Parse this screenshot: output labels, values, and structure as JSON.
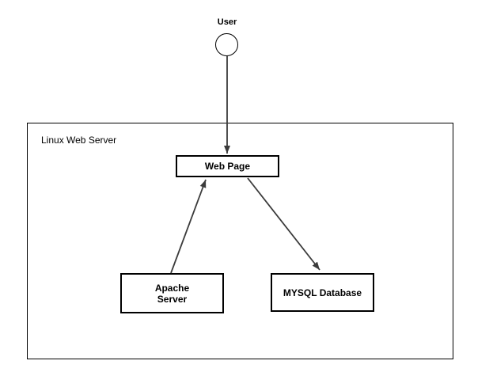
{
  "diagram": {
    "actor": {
      "label": "User"
    },
    "container": {
      "label": "Linux Web Server"
    },
    "nodes": {
      "web_page": {
        "label": "Web Page"
      },
      "apache": {
        "line1": "Apache",
        "line2": "Server"
      },
      "mysql": {
        "label": "MYSQL Database"
      }
    },
    "edges": [
      {
        "from": "User",
        "to": "Web Page",
        "direction": "down"
      },
      {
        "from": "Apache Server",
        "to": "Web Page",
        "direction": "up"
      },
      {
        "from": "Web Page",
        "to": "MYSQL Database",
        "direction": "down"
      }
    ],
    "colors": {
      "background": "#ffffff",
      "shape_stroke": "#000000",
      "shape_fill": "#ffffff",
      "arrow": "#3b3b3b",
      "text": "#000000"
    }
  }
}
